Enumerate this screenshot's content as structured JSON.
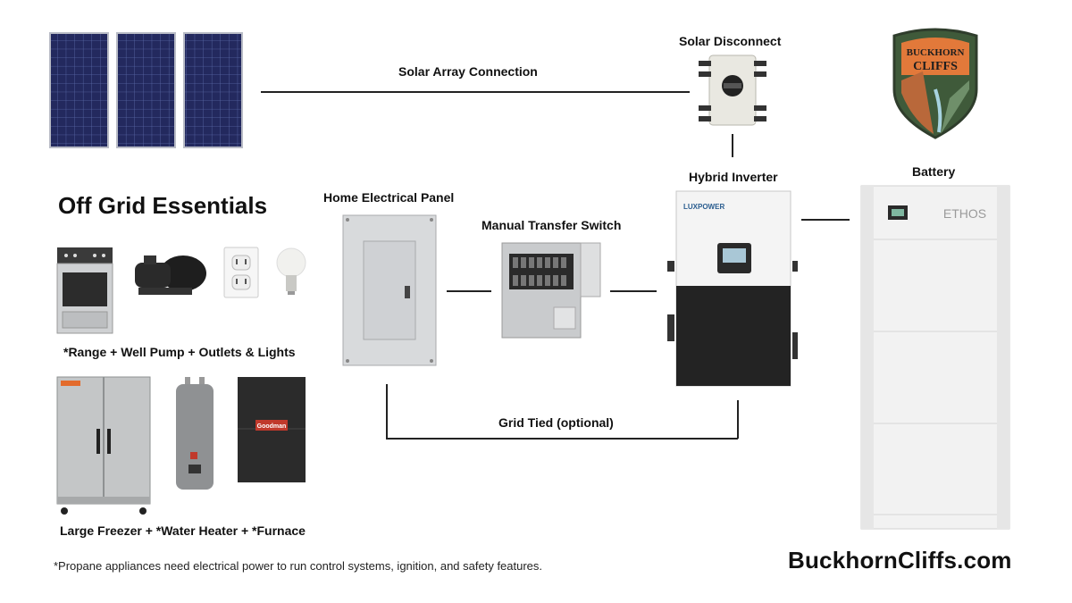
{
  "labels": {
    "solar_array_connection": "Solar Array Connection",
    "solar_disconnect": "Solar Disconnect",
    "hybrid_inverter": "Hybrid Inverter",
    "battery": "Battery",
    "home_electrical_panel": "Home Electrical Panel",
    "manual_transfer_switch": "Manual Transfer Switch",
    "grid_tied": "Grid Tied (optional)"
  },
  "essentials": {
    "title": "Off Grid Essentials",
    "row1_caption": "*Range  +  Well Pump  +  Outlets & Lights",
    "row2_caption": "Large Freezer + *Water Heater + *Furnace"
  },
  "footnote": "*Propane appliances need electrical power to run control systems, ignition, and safety features.",
  "website": "BuckhornCliffs.com",
  "logo": {
    "line1": "BUCKHORN",
    "line2": "CLIFFS"
  },
  "device_text": {
    "inverter_brand": "LUXPOWER",
    "battery_brand": "ETHOS",
    "furnace_brand": "Goodman"
  },
  "colors": {
    "solar_panel": "#23295e",
    "logo_orange": "#e2793a",
    "logo_green": "#3f5a3a",
    "inverter_dark": "#232323"
  }
}
